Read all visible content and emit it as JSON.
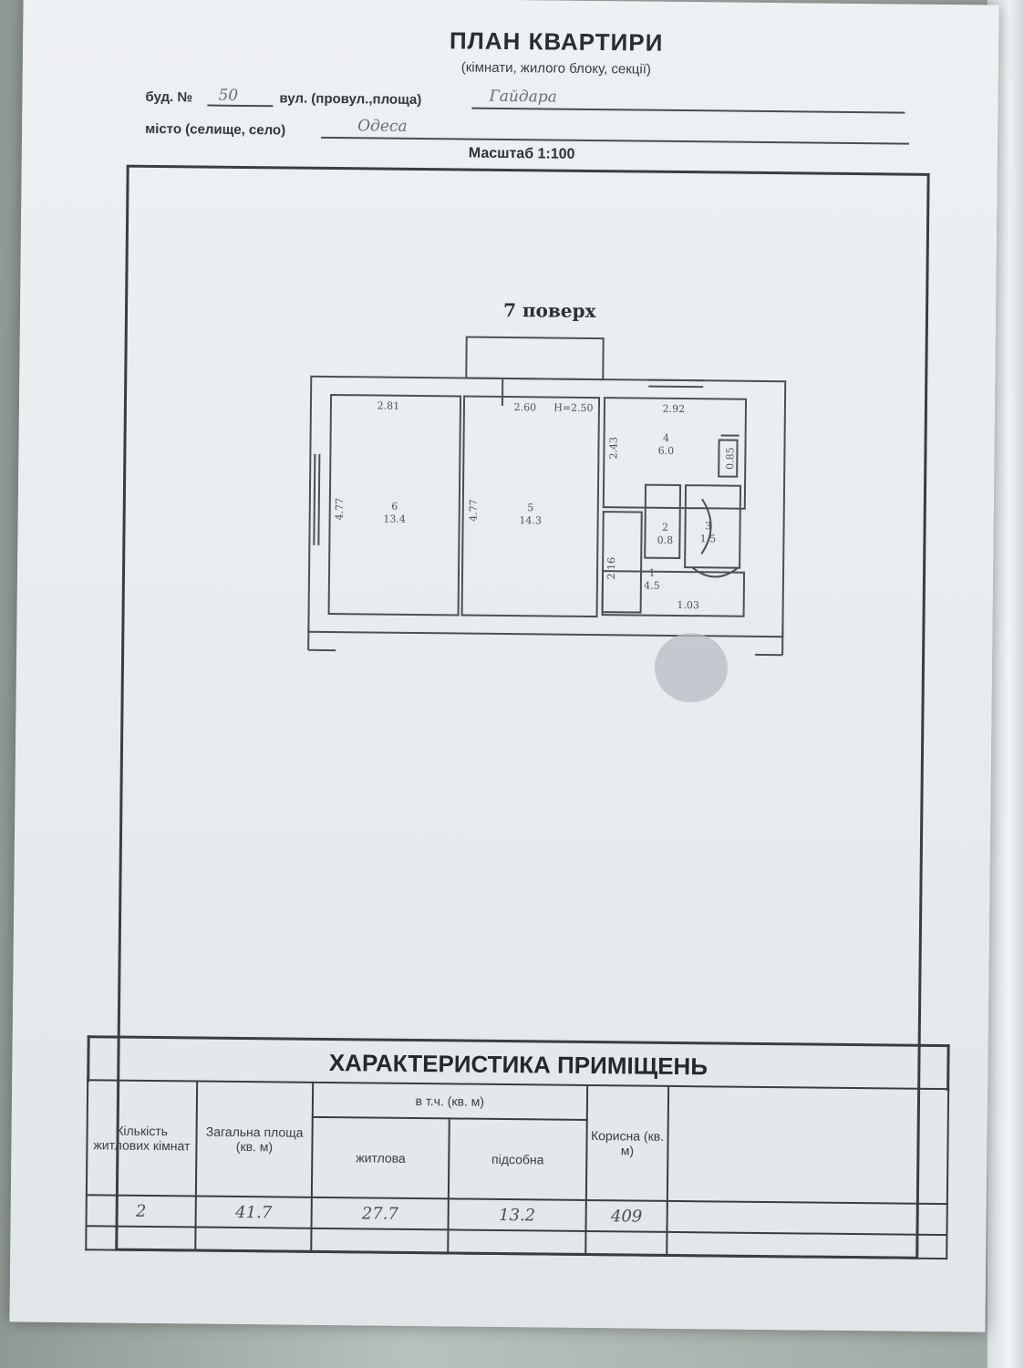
{
  "header": {
    "title": "ПЛАН КВАРТИРИ",
    "subtitle": "(кімнати, жилого блоку, секції)",
    "building_label": "буд. №",
    "building_number": "50",
    "street_label": "вул. (провул.,площа)",
    "street_value": "Гайдара",
    "city_label": "місто (селище, село)",
    "city_value": "Одеса",
    "scale": "Масштаб 1:100"
  },
  "plan": {
    "floor_label": "7 поверх",
    "rooms": [
      {
        "number": "6",
        "area": "13.4",
        "width": "2.81",
        "height": "4.77"
      },
      {
        "number": "5",
        "area": "14.3",
        "width": "2.60",
        "height": "4.77"
      },
      {
        "number": "4",
        "area": "6.0",
        "width": "2.92",
        "height": "2.43"
      },
      {
        "number": "2",
        "area": "0.8"
      },
      {
        "number": "3",
        "area": "1.5"
      },
      {
        "number": "1",
        "area": "4.5",
        "height": "2.16"
      }
    ],
    "ceiling_height": "H=2.50",
    "kitchen_dim": "0.85",
    "hall_dim": "1.03"
  },
  "table": {
    "title": "ХАРАКТЕРИСТИКА ПРИМІЩЕНЬ",
    "col_rooms": "Кількість житлових кімнат",
    "col_total": "Загальна площа (кв. м)",
    "col_group": "в т.ч. (кв. м)",
    "col_living": "житлова",
    "col_aux": "підсобна",
    "col_useful": "Корисна (кв. м)",
    "values": {
      "rooms": "2",
      "total": "41.7",
      "living": "27.7",
      "aux": "13.2",
      "useful": "409"
    }
  }
}
